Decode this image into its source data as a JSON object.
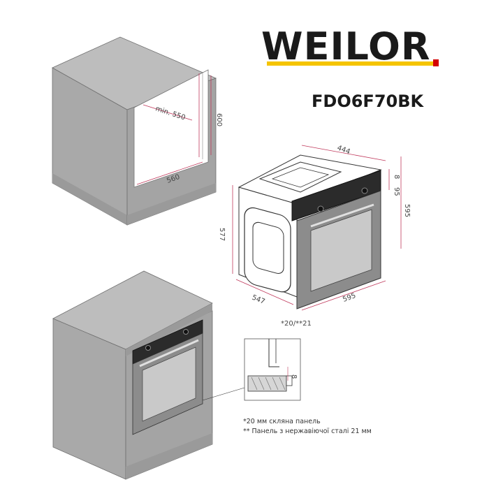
{
  "brand": {
    "name": "WEILOR",
    "accent_color": "#f5c400",
    "mark_color": "#d40000"
  },
  "model": "FDO6F70BK",
  "niche_dims": {
    "depth_min": "min. 550",
    "height": "600",
    "width": "560"
  },
  "oven_dims": {
    "top_depth": "444",
    "panel_a": "8",
    "panel_b": "95",
    "height": "577",
    "front_height": "595",
    "depth": "547",
    "width": "595"
  },
  "detail": {
    "label": "*20/**21",
    "gap": "8"
  },
  "notes": [
    "*20 мм скляна панель",
    "** Панель з нержавіючої сталі 21 мм"
  ],
  "colors": {
    "cabinet_side": "#a9a9a9",
    "cabinet_front": "#a4a4a4",
    "cabinet_top": "#bdbdbd",
    "dimension_line": "#c0395c"
  }
}
